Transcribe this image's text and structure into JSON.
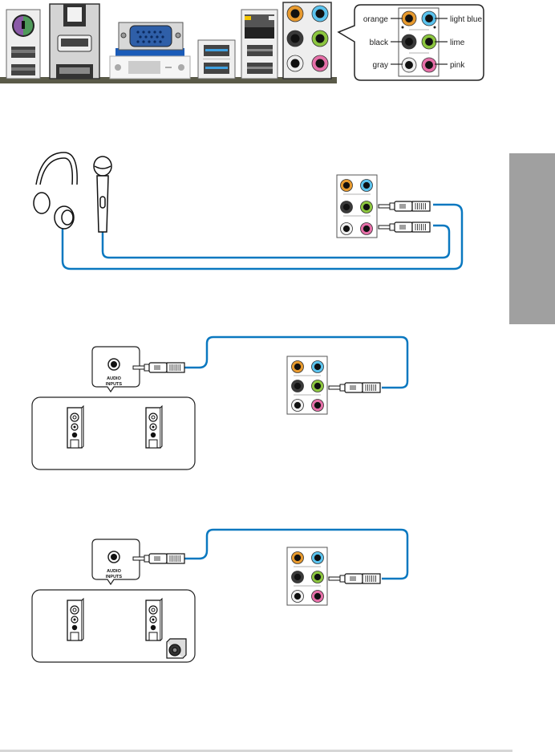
{
  "rear_panel": {
    "ports": [
      "ps2-combo-port",
      "usb-2-ports",
      "optical-spdif-out",
      "hdmi-port",
      "displayport",
      "vga-port",
      "dvi-port",
      "usb-3-ports",
      "lan-port",
      "usb-2-ports-lan",
      "audio-jack-cluster"
    ]
  },
  "jack_legend": {
    "left_labels": [
      "orange",
      "black",
      "gray"
    ],
    "right_labels": [
      "light blue",
      "lime",
      "pink"
    ]
  },
  "jack_colors": {
    "orange": "#e89a2e",
    "light_blue": "#5bc3ee",
    "black": "#3a3a3a",
    "lime": "#8cc63f",
    "gray": "#eeeeee",
    "pink": "#e66fa8"
  },
  "cable_color": "#0a78c0",
  "sections": [
    {
      "name": "headphone-and-mic",
      "devices": [
        "headphone",
        "microphone"
      ]
    },
    {
      "name": "stereo-speakers",
      "input_label_line1": "AUDIO",
      "input_label_line2": "INPUTS"
    },
    {
      "name": "2.1-speakers",
      "input_label_line1": "AUDIO",
      "input_label_line2": "INPUTS"
    }
  ],
  "side_tab_color": "#a0a0a0"
}
